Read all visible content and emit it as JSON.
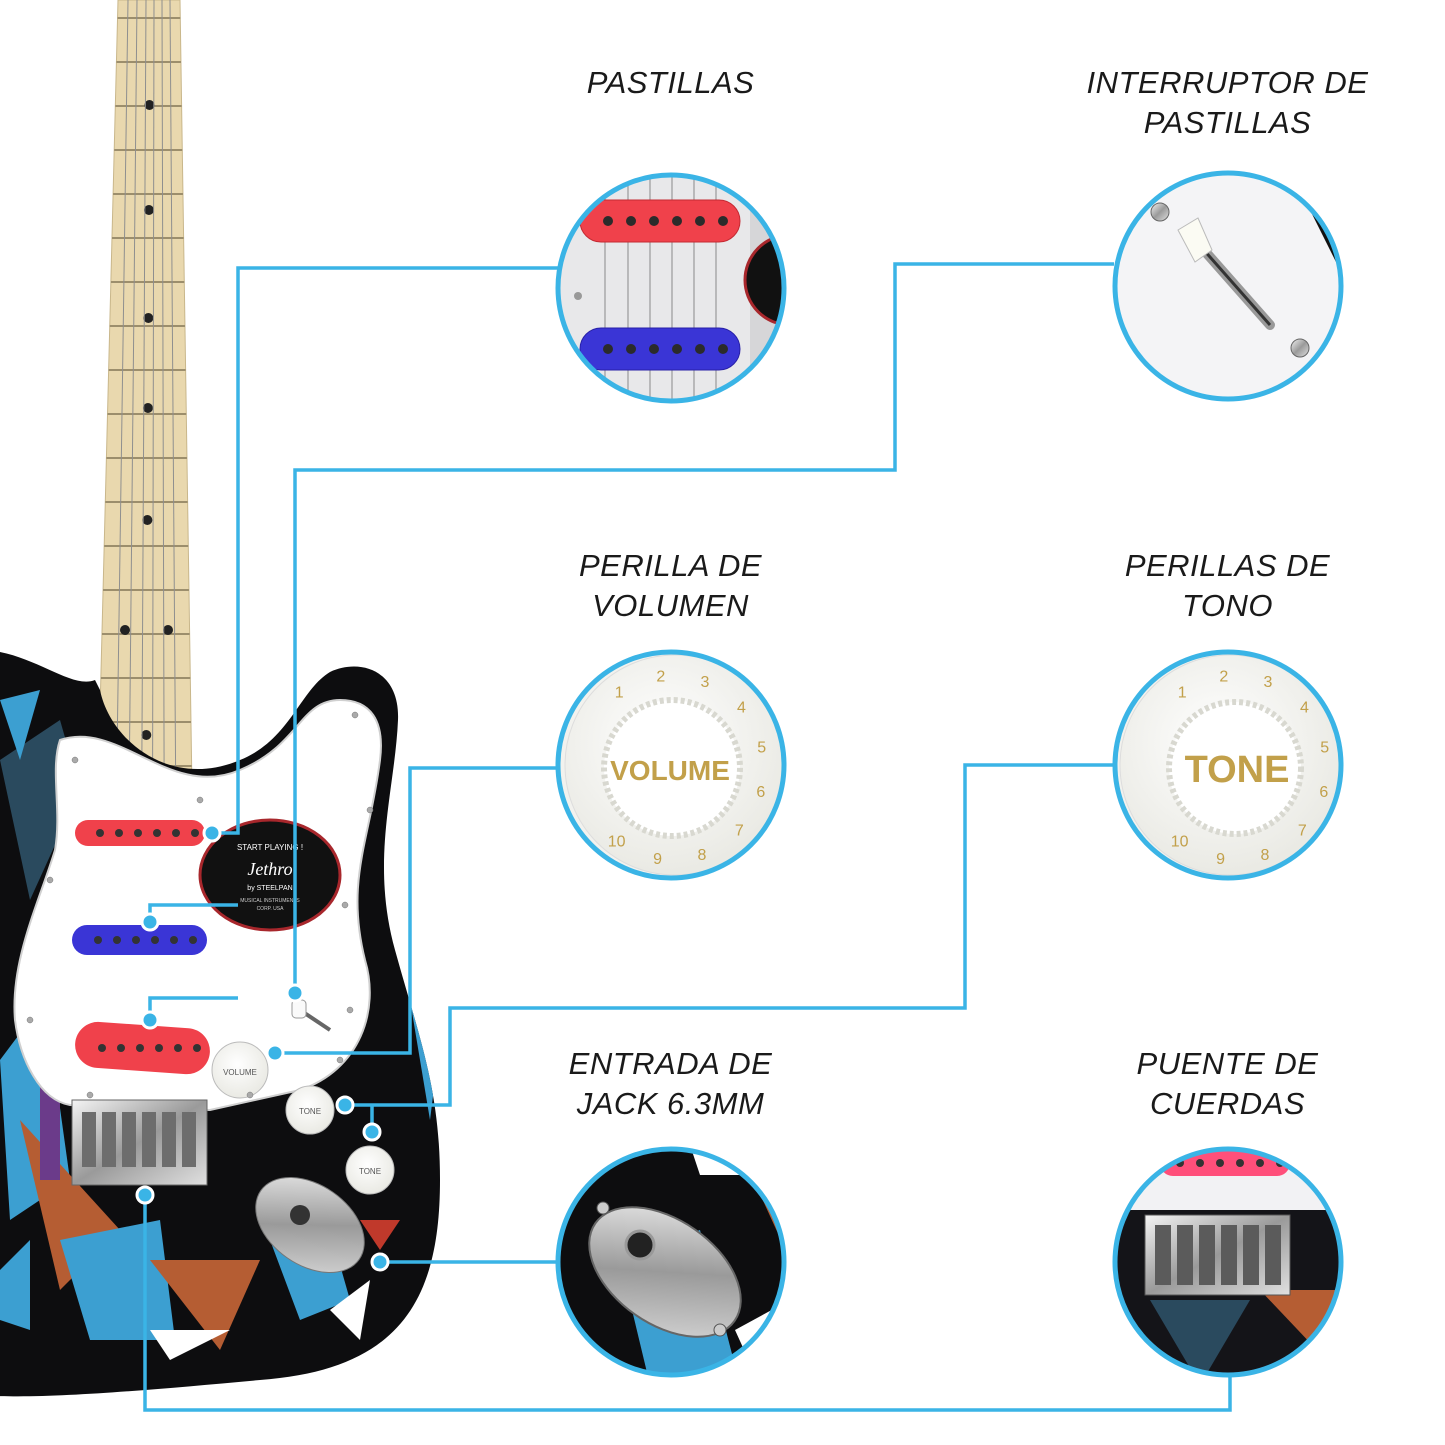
{
  "labels": {
    "pickups": [
      "PASTILLAS"
    ],
    "pickup_switch": [
      "INTERRUPTOR DE",
      "PASTILLAS"
    ],
    "volume_knob": [
      "PERILLA DE",
      "VOLUMEN"
    ],
    "tone_knobs": [
      "PERILLAS DE",
      "TONO"
    ],
    "jack_input": [
      "ENTRADA DE",
      "JACK 6.3MM"
    ],
    "string_bridge": [
      "PUENTE DE",
      "CUERDAS"
    ]
  },
  "knobs": {
    "volume_text": "VOLUME",
    "tone_text": "TONE",
    "numbers": [
      "1",
      "2",
      "3",
      "4",
      "5",
      "6",
      "7",
      "8",
      "9",
      "10"
    ]
  },
  "badge": {
    "line1": "START PLAYING !",
    "line2": "Jethro",
    "line3": "by STEELPAN",
    "line4": "MUSICAL INSTRUMENTS",
    "line5": "CORP. USA"
  },
  "colors": {
    "connector": "#3ab4e6",
    "pickup_red": "#f0414b",
    "pickup_blue": "#3a35d6",
    "body": "#0d0d0f",
    "pickguard": "#ffffff",
    "neck": "#e9d8ae",
    "accent_blue": "#3c9fd1",
    "accent_brown": "#b55d33"
  }
}
